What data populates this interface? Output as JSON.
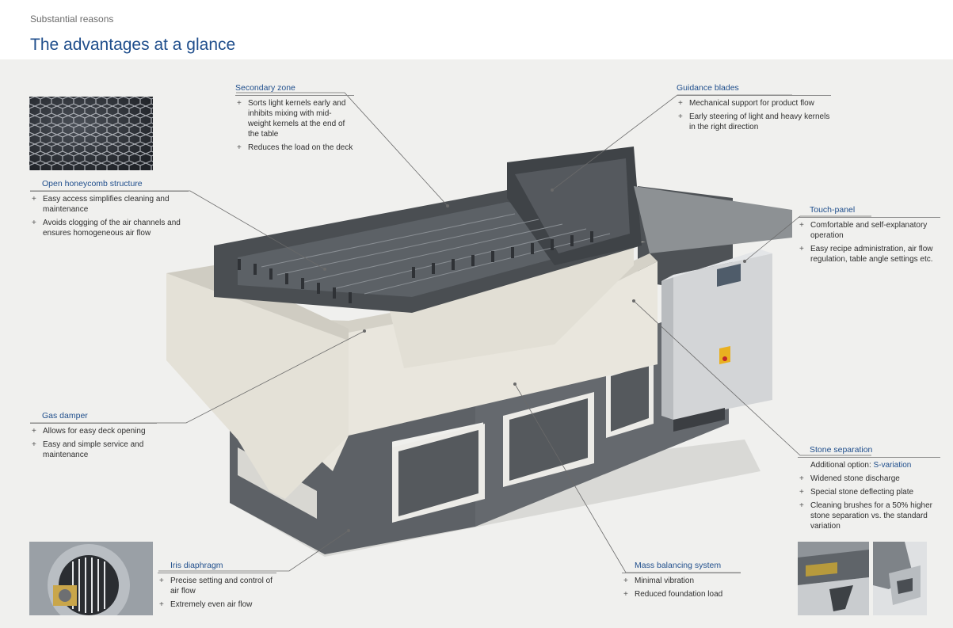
{
  "header": {
    "subtitle": "Substantial reasons",
    "title": "The advantages at a glance"
  },
  "callouts": {
    "secondary_zone": {
      "title": "Secondary zone",
      "items": [
        "Sorts light kernels early and inhibits mixing with mid-weight kernels at the end of the table",
        "Reduces the load on the deck"
      ]
    },
    "guidance_blades": {
      "title": "Guidance blades",
      "items": [
        "Mechanical support for product flow",
        "Early steering of light and heavy kernels in the right direction"
      ]
    },
    "honeycomb": {
      "title": "Open honeycomb structure",
      "items": [
        "Easy access simplifies cleaning and maintenance",
        "Avoids clogging of the air channels and ensures homogeneous air flow"
      ]
    },
    "touch_panel": {
      "title": "Touch-panel",
      "items": [
        "Comfortable and self-explanatory operation",
        "Easy recipe administration, air flow regulation, table angle settings etc."
      ]
    },
    "gas_damper": {
      "title": "Gas damper",
      "items": [
        "Allows for easy deck opening",
        "Easy and simple service and maintenance"
      ]
    },
    "stone_separation": {
      "title": "Stone separation",
      "option_prefix": "Additional option: ",
      "option_accent": "S-variation",
      "items": [
        "Widened stone discharge",
        "Special stone deflecting plate",
        "Cleaning brushes for a 50% higher stone separation vs. the standard variation"
      ]
    },
    "iris_diaphragm": {
      "title": "Iris diaphragm",
      "items": [
        "Precise setting and control of air flow",
        "Extremely even air flow"
      ]
    },
    "mass_balancing": {
      "title": "Mass balancing system",
      "items": [
        "Minimal vibration",
        "Reduced foundation load"
      ]
    }
  },
  "colors": {
    "accent": "#1f4e8c",
    "background": "#f0f0ee",
    "machine_frame": "#6e7378",
    "machine_panel": "#e6e3da"
  }
}
